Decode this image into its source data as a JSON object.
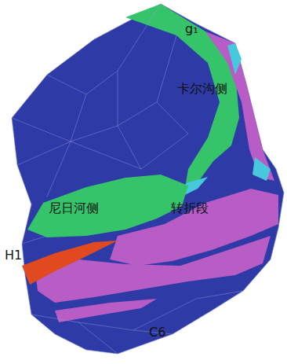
{
  "diagram": {
    "labels": [
      "g₁",
      "卡尔沟侧",
      "尼日河侧",
      "转折段",
      "H1",
      "C6"
    ]
  }
}
